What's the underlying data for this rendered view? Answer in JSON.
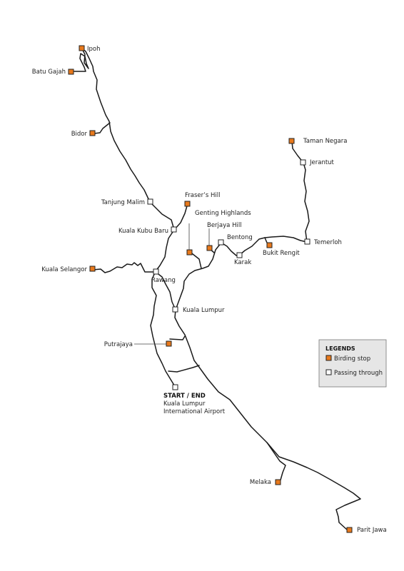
{
  "colors": {
    "birding_stop": "#e8791c",
    "passing_through": "#ffffff",
    "route": "#1a1a1a",
    "legend_bg": "#e6e6e6"
  },
  "legend": {
    "title": "LEGENDS",
    "birding_stop": "Birding stop",
    "passing_through": "Passing through"
  },
  "places": {
    "ipoh": "Ipoh",
    "batu_gajah": "Batu Gajah",
    "bidor": "Bidor",
    "tanjung_malim": "Tanjung Malim",
    "frasers_hill": "Fraser’s Hill",
    "genting_highlands": "Genting Highlands",
    "berjaya_hill": "Berjaya Hill",
    "bentong": "Bentong",
    "kuala_kubu_baru": "Kuala Kubu Baru",
    "kuala_selangor": "Kuala Selangor",
    "rawang": "Rawang",
    "karak": "Karak",
    "bukit_rengit": "Bukit Rengit",
    "temerloh": "Temerloh",
    "taman_negara": "Taman Negara",
    "jerantut": "Jerantut",
    "kuala_lumpur": "Kuala Lumpur",
    "putrajaya": "Putrajaya",
    "start_end": "START / END",
    "klia_line1": "Kuala Lumpur",
    "klia_line2": "International Airport",
    "melaka": "Melaka",
    "parit_jawa": "Parit Jawa"
  }
}
